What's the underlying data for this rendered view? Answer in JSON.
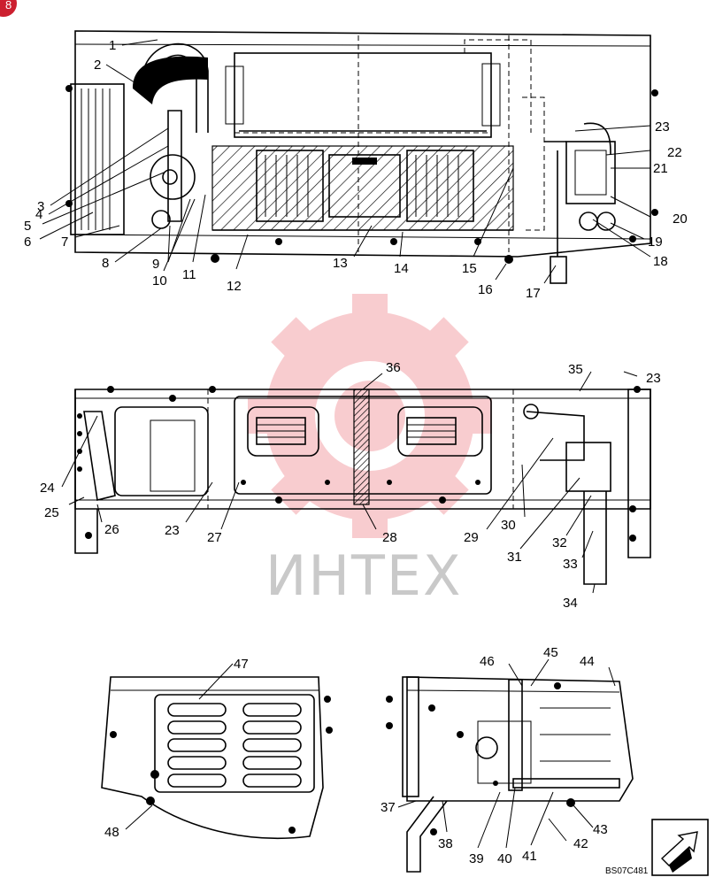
{
  "diagram": {
    "watermark": "ИНТЕХ",
    "reference_code": "BS07C481",
    "corner_badge": "8",
    "callouts": {
      "c1": "1",
      "c2": "2",
      "c3": "3",
      "c4": "4",
      "c5": "5",
      "c6": "6",
      "c7": "7",
      "c8": "8",
      "c9": "9",
      "c10": "10",
      "c11": "11",
      "c12": "12",
      "c13": "13",
      "c14": "14",
      "c15": "15",
      "c16": "16",
      "c17": "17",
      "c18": "18",
      "c19": "19",
      "c20": "20",
      "c21": "21",
      "c22": "22",
      "c23a": "23",
      "c23b": "23",
      "c23c": "23",
      "c24": "24",
      "c25": "25",
      "c26": "26",
      "c27": "27",
      "c28": "28",
      "c29": "29",
      "c30": "30",
      "c31": "31",
      "c32": "32",
      "c33": "33",
      "c34": "34",
      "c35": "35",
      "c36": "36",
      "c37": "37",
      "c38": "38",
      "c39": "39",
      "c40": "40",
      "c41": "41",
      "c42": "42",
      "c43": "43",
      "c44": "44",
      "c45": "45",
      "c46": "46",
      "c47": "47",
      "c48": "48"
    }
  }
}
